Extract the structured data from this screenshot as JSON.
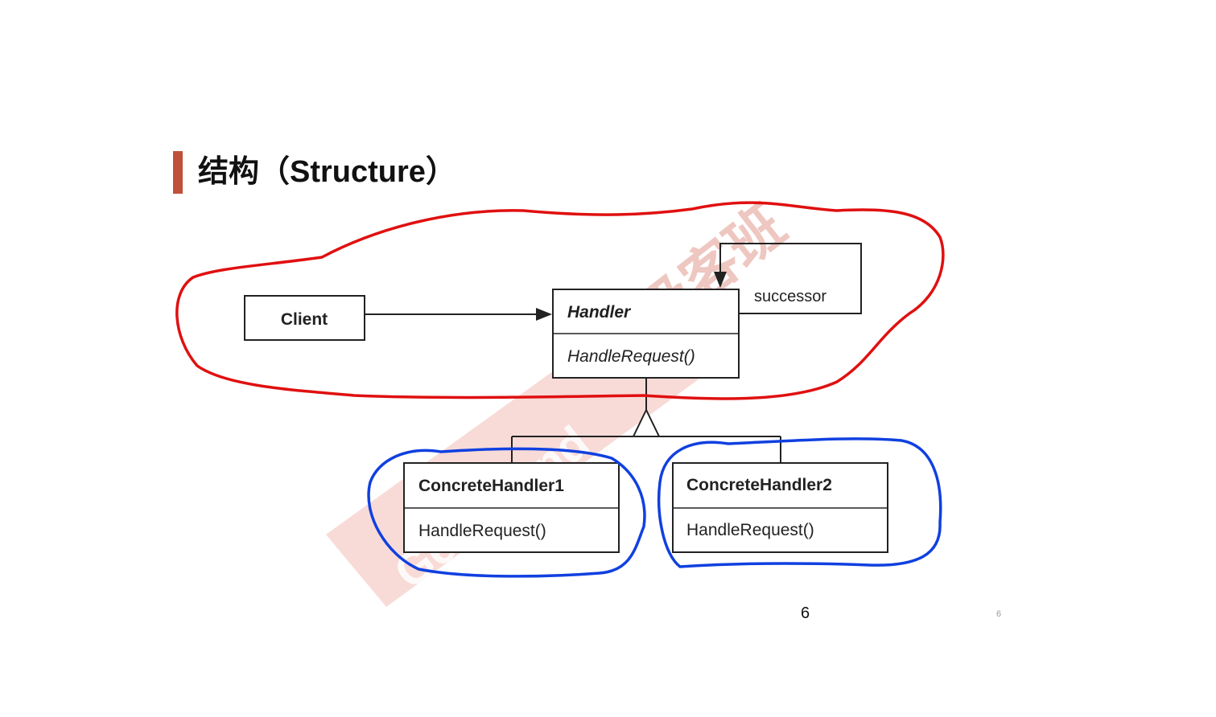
{
  "slide": {
    "title": "结构（Structure）",
    "page_number": "6",
    "page_number_small": "6"
  },
  "watermark": {
    "text_cn": "极客班",
    "text_en": "GeekBand",
    "color": "#e8a8a0"
  },
  "diagram": {
    "client": {
      "name": "Client"
    },
    "handler": {
      "name": "Handler",
      "method": "HandleRequest()"
    },
    "successor_label": "successor",
    "concrete1": {
      "name": "ConcreteHandler1",
      "method": "HandleRequest()"
    },
    "concrete2": {
      "name": "ConcreteHandler2",
      "method": "HandleRequest()"
    }
  },
  "annotations": {
    "red_outline_color": "#e01010",
    "blue_outline_color": "#1040e0"
  },
  "colors": {
    "accent": "#c0503a"
  }
}
